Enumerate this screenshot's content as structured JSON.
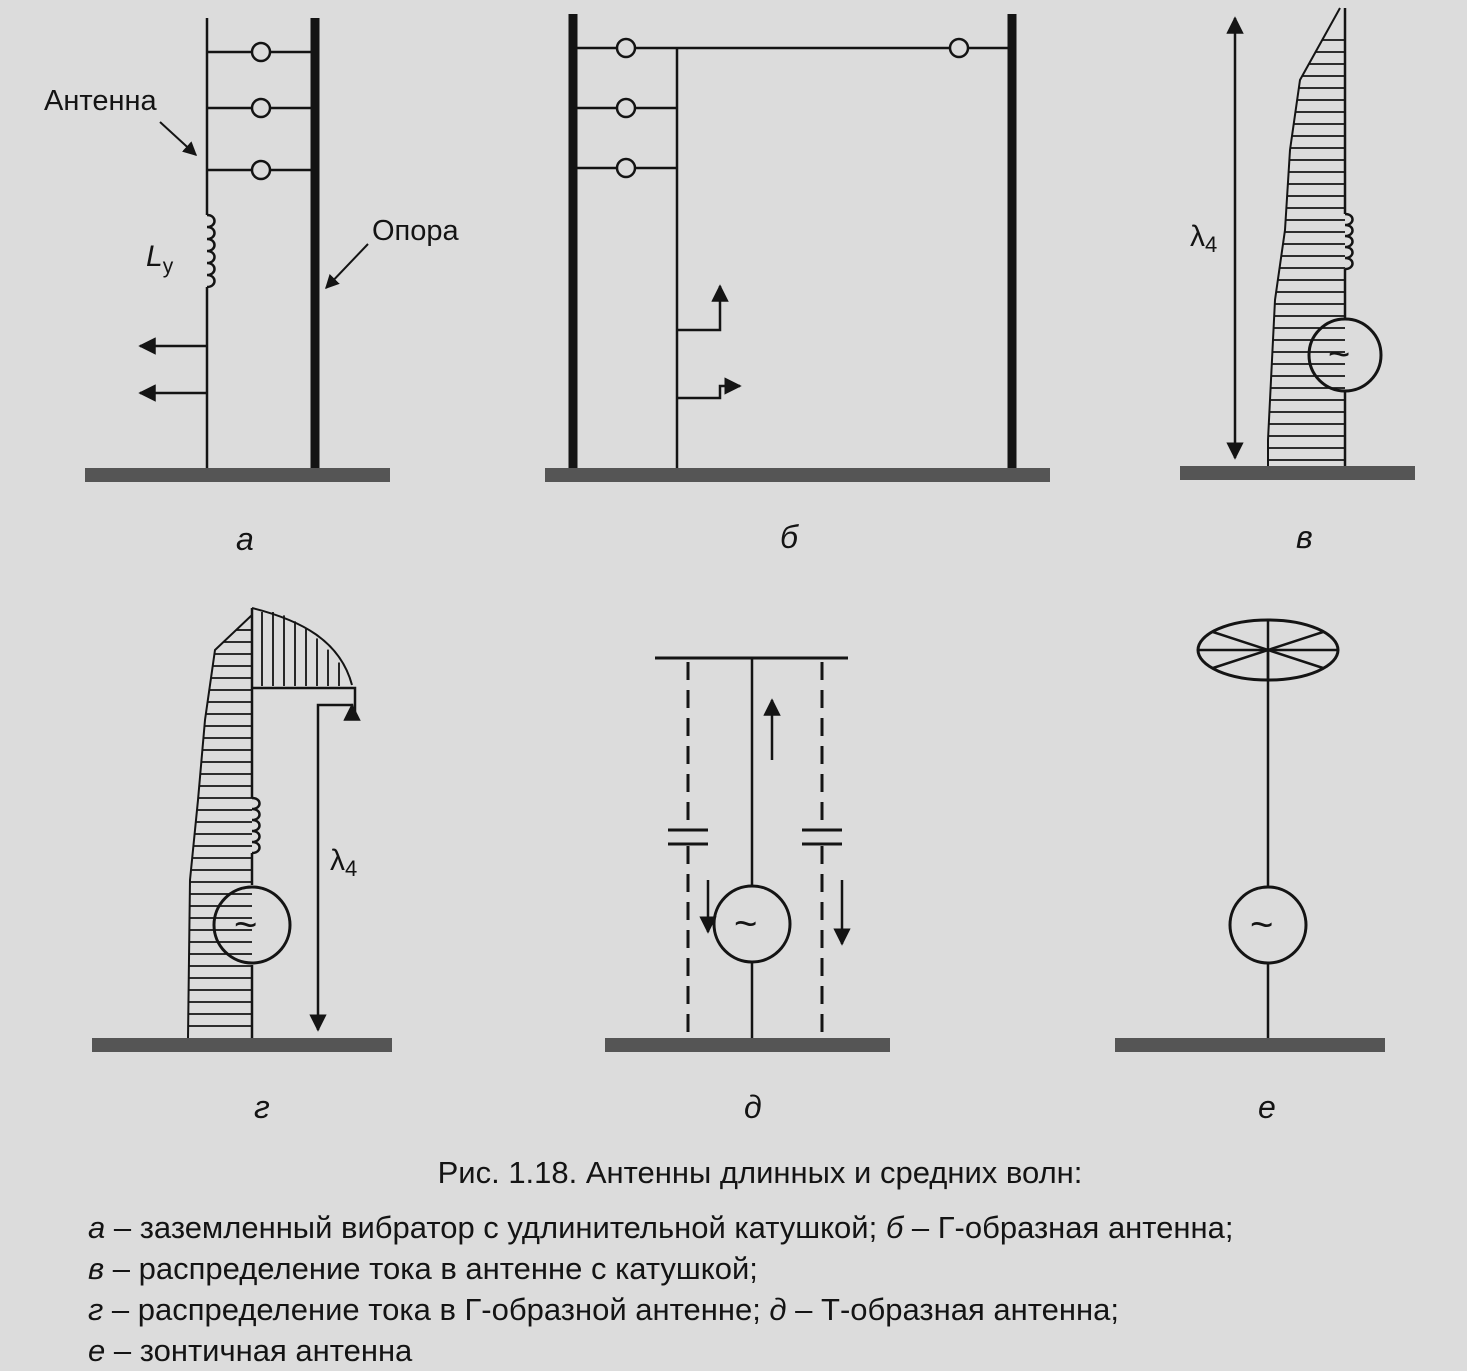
{
  "figure": {
    "labels": {
      "antenna": "Антенна",
      "support": "Опора",
      "coil_main": "L",
      "coil_sub": "у",
      "lambda_main": "λ",
      "lambda_sub": "4",
      "generator": "~"
    },
    "panels": [
      "а",
      "б",
      "в",
      "г",
      "д",
      "е"
    ]
  },
  "caption": {
    "title": "Рис. 1.18. Антенны длинных и средних волн:",
    "parts": [
      {
        "letter": "а",
        "text": " – заземленный вибратор с удлинительной катушкой; "
      },
      {
        "letter": "б",
        "text": " – Г-образная антенна; "
      },
      {
        "letter": "в",
        "text": " – распределение тока в антенне с катушкой; "
      },
      {
        "letter": "г",
        "text": " – распределение тока в Г-образной антенне; "
      },
      {
        "letter": "д",
        "text": " – Т-образная антенна; "
      },
      {
        "letter": "е",
        "text": " – зонтичная антенна"
      }
    ]
  },
  "colors": {
    "ink": "#141414",
    "paper": "#dcdcdc"
  }
}
